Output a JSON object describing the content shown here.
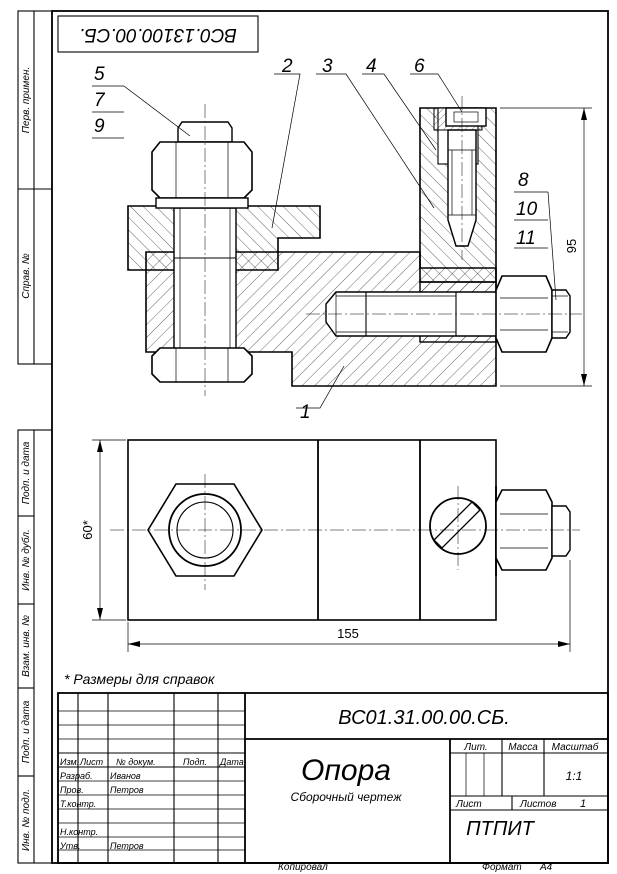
{
  "drawing": {
    "code_rotated": "ВС0.13100.00.СБ.",
    "code": "ВС01.31.00.00.СБ.",
    "title": "Опора",
    "subtitle": "Сборочный чертеж",
    "note": "*  Размеры для справок",
    "organization": "ПТПИТ",
    "scale": "1:1",
    "sheets_value": "1",
    "copied": "Копировал",
    "format_label": "Формат",
    "format_value": "А4"
  },
  "positions": [
    "1",
    "2",
    "3",
    "4",
    "5",
    "6",
    "7",
    "8",
    "9",
    "10",
    "11"
  ],
  "dimensions": {
    "height": "95",
    "width": "155",
    "depth": "60*"
  },
  "side_margin": [
    "Перв. примен.",
    "Справ. №",
    "Подп. и дата",
    "Инв. № дубл.",
    "Взам. инв. №",
    "Подп. и дата",
    "Инв. № подл."
  ],
  "title_block": {
    "headers": [
      "Изм.",
      "Лист",
      "№ докум.",
      "Подп.",
      "Дата"
    ],
    "roles": [
      "Разраб.",
      "Пров.",
      "Т.контр.",
      "",
      "Н.контр.",
      "Утв."
    ],
    "names": [
      "Иванов",
      "Петров",
      "",
      "",
      "",
      "Петров"
    ],
    "lit": "Лит.",
    "mass": "Масса",
    "scale_label": "Масштаб",
    "sheet_label": "Лист",
    "sheets_label": "Листов"
  },
  "colors": {
    "ink": "#000000",
    "paper": "#ffffff"
  }
}
